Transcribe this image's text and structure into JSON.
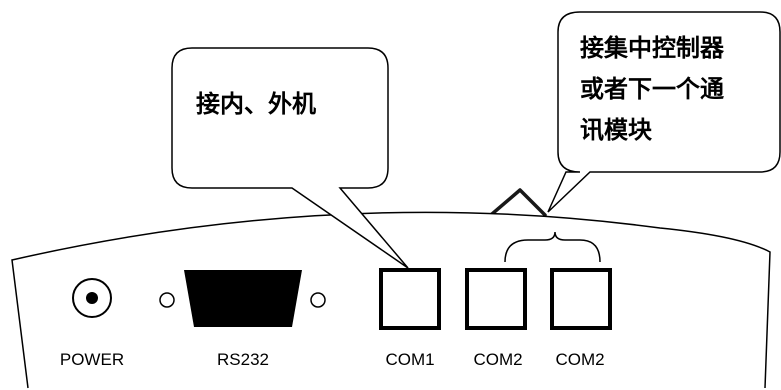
{
  "ports": {
    "power": "POWER",
    "rs232": "RS232",
    "com1": "COM1",
    "com2_first": "COM2",
    "com2_second": "COM2"
  },
  "callouts": {
    "left": [
      "接内、外机"
    ],
    "right": [
      "接集中控制器",
      "或者下一个通",
      "讯模块"
    ]
  }
}
